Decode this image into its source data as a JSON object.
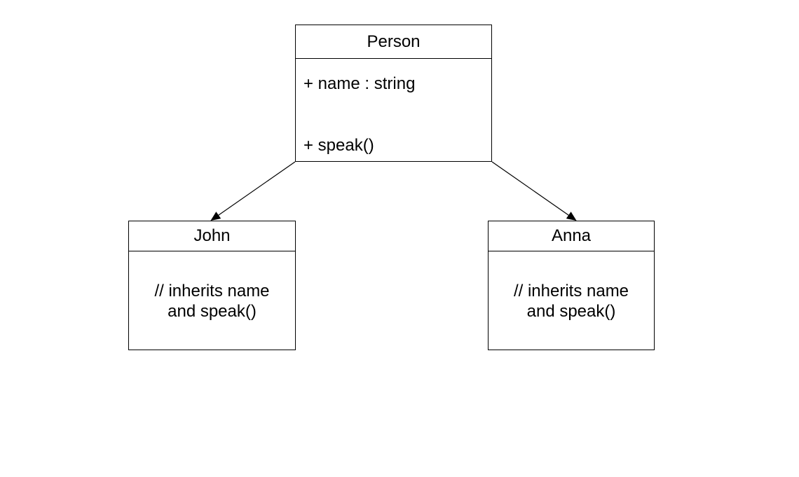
{
  "diagram": {
    "classes": {
      "person": {
        "name": "Person",
        "attribute": "+ name : string",
        "method": "+ speak()"
      },
      "john": {
        "name": "John",
        "note_line1": "// inherits name",
        "note_line2": "and speak()"
      },
      "anna": {
        "name": "Anna",
        "note_line1": "// inherits name",
        "note_line2": "and speak()"
      }
    },
    "relations": [
      {
        "from": "Person",
        "to": "John",
        "type": "arrow"
      },
      {
        "from": "Person",
        "to": "Anna",
        "type": "arrow"
      }
    ],
    "colors": {
      "line": "#000000",
      "background": "#ffffff"
    }
  }
}
